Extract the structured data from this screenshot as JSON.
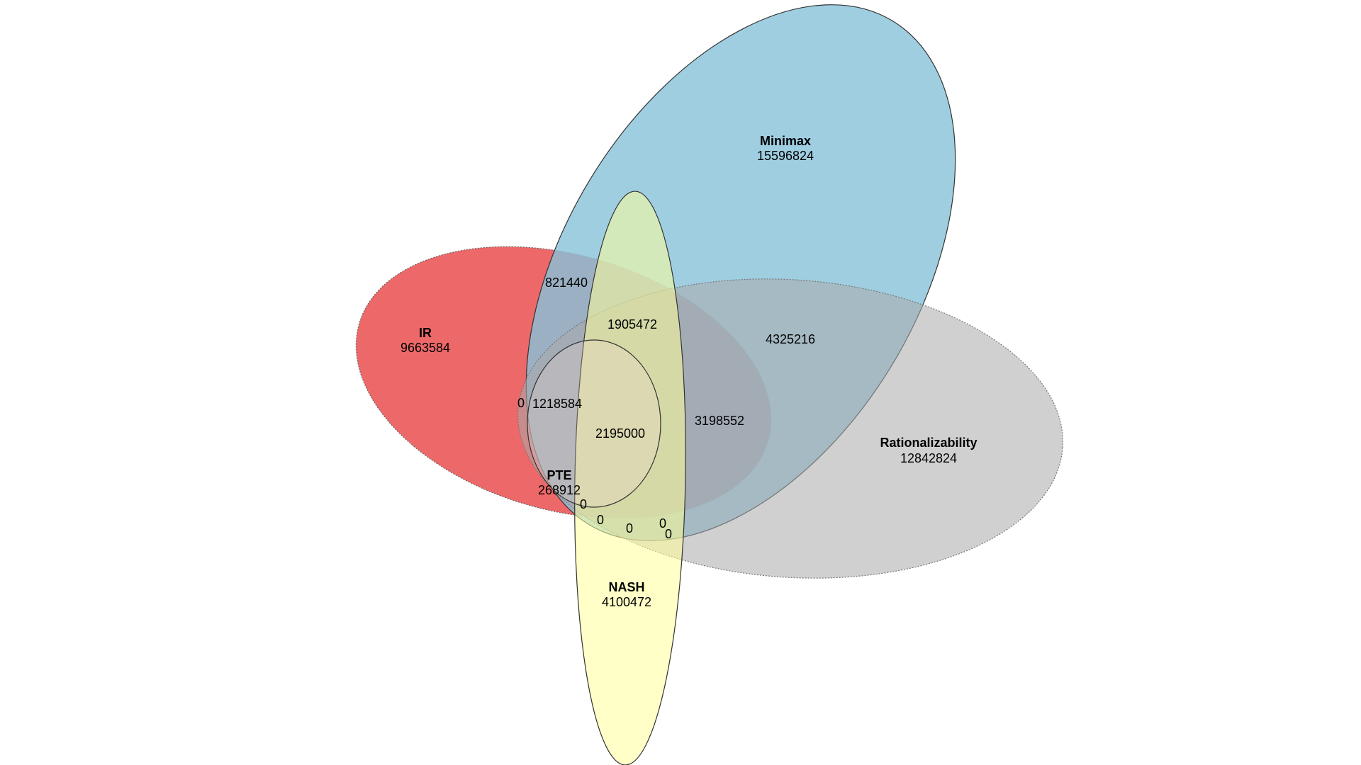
{
  "sets": [
    {
      "id": "ir",
      "name": "IR",
      "count": "9663584",
      "color": "#E41A1C",
      "line": "dotted"
    },
    {
      "id": "minimax",
      "name": "Minimax",
      "count": "15596824",
      "color": "#377EB8",
      "line": "solid"
    },
    {
      "id": "rationalizability",
      "name": "Rationalizability",
      "count": "12842824",
      "color": "#A9A9A9",
      "line": "dotted"
    },
    {
      "id": "nash",
      "name": "NASH",
      "count": "4100472",
      "color": "#FFFF99",
      "line": "solid"
    },
    {
      "id": "pte",
      "name": "PTE",
      "count": "268912",
      "color": "#F2D7D5",
      "line": "solid"
    }
  ],
  "regions": [
    {
      "id": "ir-minimax",
      "value": "821440"
    },
    {
      "id": "ir-minimax-rationalizability-nash",
      "value": "1905472"
    },
    {
      "id": "minimax-rationalizability",
      "value": "4325216"
    },
    {
      "id": "ir-minimax-rationalizability-left",
      "value": "0"
    },
    {
      "id": "ir-minimax-rationalizability-pte",
      "value": "1218584"
    },
    {
      "id": "all-five",
      "value": "2195000"
    },
    {
      "id": "ir-minimax-rationalizability",
      "value": "3198552"
    },
    {
      "id": "nash-pte-lower",
      "value": "0"
    },
    {
      "id": "nash-ir-lower",
      "value": "0"
    },
    {
      "id": "nash-rationalizability-lower",
      "value": "0"
    },
    {
      "id": "nash-minimax-lower",
      "value": "0"
    },
    {
      "id": "nash-rationalizability-right",
      "value": "0"
    }
  ]
}
